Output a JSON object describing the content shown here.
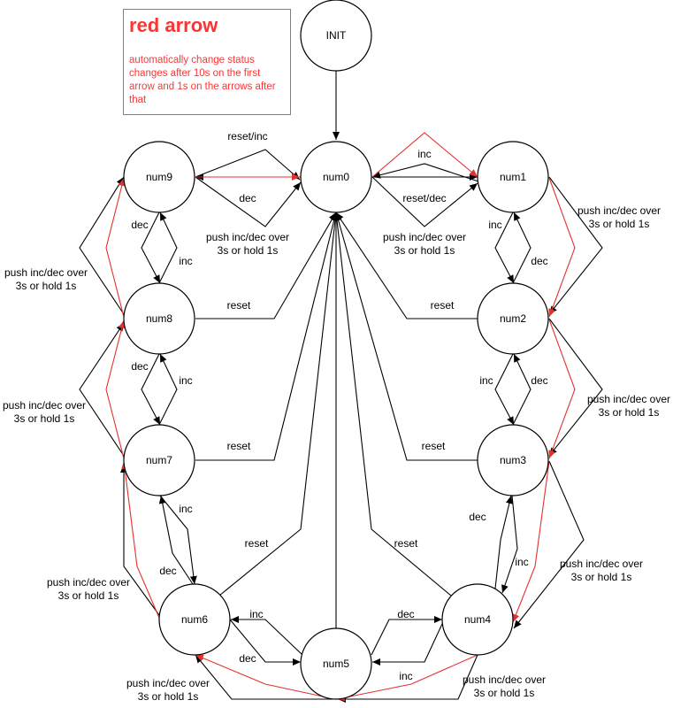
{
  "legend": {
    "title": "red arrow",
    "description": "automatically change status changes after 10s on the first arrow and 1s on the arrows after that"
  },
  "nodes": {
    "init": "INIT",
    "num0": "num0",
    "num1": "num1",
    "num2": "num2",
    "num3": "num3",
    "num4": "num4",
    "num5": "num5",
    "num6": "num6",
    "num7": "num7",
    "num8": "num8",
    "num9": "num9"
  },
  "labels": {
    "inc": "inc",
    "dec": "dec",
    "reset": "reset",
    "reset_inc": "reset/inc",
    "reset_dec": "reset/dec",
    "push_line1": "push inc/dec over",
    "push_line2": "3s or hold 1s"
  },
  "colors": {
    "red_arrow": "#e53030",
    "black_arrow": "#000000",
    "legend_text": "#ff3333",
    "legend_border": "#808080"
  }
}
